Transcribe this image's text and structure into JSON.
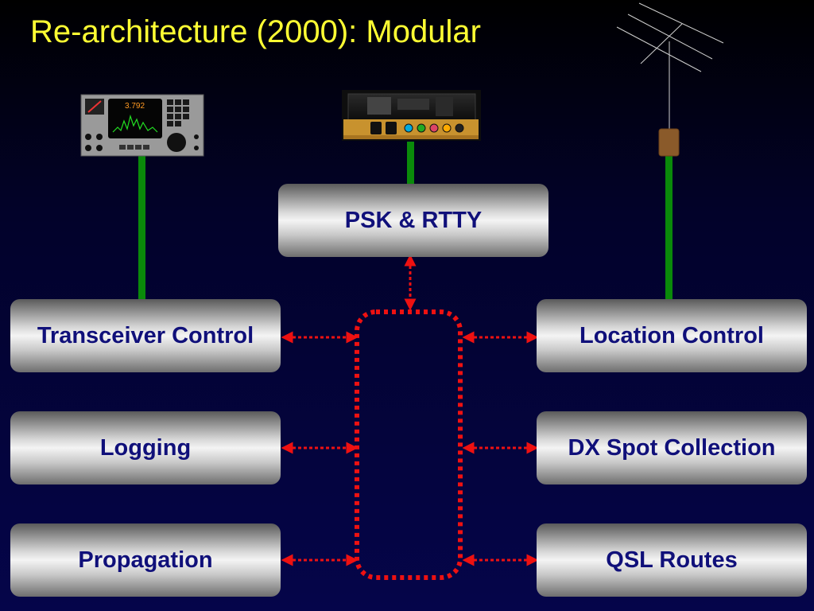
{
  "slide": {
    "title": "Re-architecture (2000): Modular"
  },
  "transceiver_image": {
    "frequency_display": "3.792"
  },
  "modules": {
    "psk_rtty": "PSK & RTTY",
    "transceiver_control": "Transceiver Control",
    "location_control": "Location Control",
    "logging": "Logging",
    "dx_spot_collection": "DX Spot Collection",
    "propagation": "Propagation",
    "qsl_routes": "QSL Routes"
  },
  "colors": {
    "title": "#ffff33",
    "module_text": "#10107a",
    "cable": "#0a8a0a",
    "bus": "#ee1111"
  },
  "icons": [
    "radio-transceiver-icon",
    "sound-card-icon",
    "yagi-antenna-icon"
  ]
}
